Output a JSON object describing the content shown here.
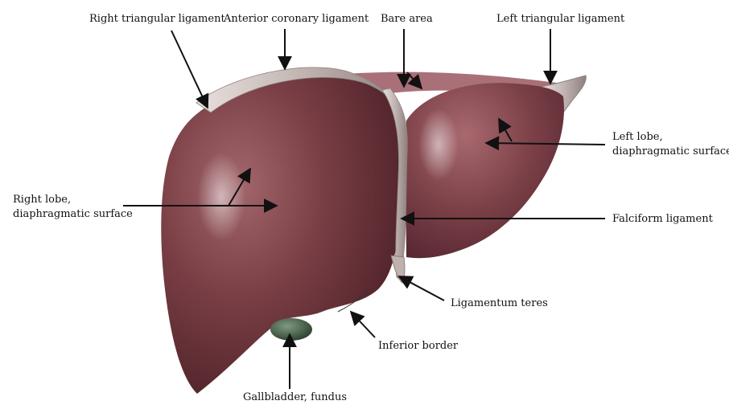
{
  "diagram": {
    "colors": {
      "background": "#ffffff",
      "liver_base": "#7a3d44",
      "liver_light": "#9a5e63",
      "liver_dark": "#4e2228",
      "ligament": "#cfc5c2",
      "ligament_shadow": "#8f8280",
      "bare_area": "#a97078",
      "gallbladder": "#3f5a40",
      "pointer": "#111111"
    },
    "labels": {
      "right_triangular_ligament": "Right triangular ligament",
      "anterior_coronary_ligament": "Anterior coronary ligament",
      "bare_area": "Bare area",
      "left_triangular_ligament": "Left triangular ligament",
      "left_lobe_line1": "Left lobe,",
      "left_lobe_line2": "diaphragmatic surface",
      "right_lobe_line1": "Right lobe,",
      "right_lobe_line2": "diaphragmatic surface",
      "falciform_ligament": "Falciform ligament",
      "ligamentum_teres": "Ligamentum teres",
      "inferior_border": "Inferior border",
      "gallbladder_fundus": "Gallbladder, fundus"
    }
  }
}
